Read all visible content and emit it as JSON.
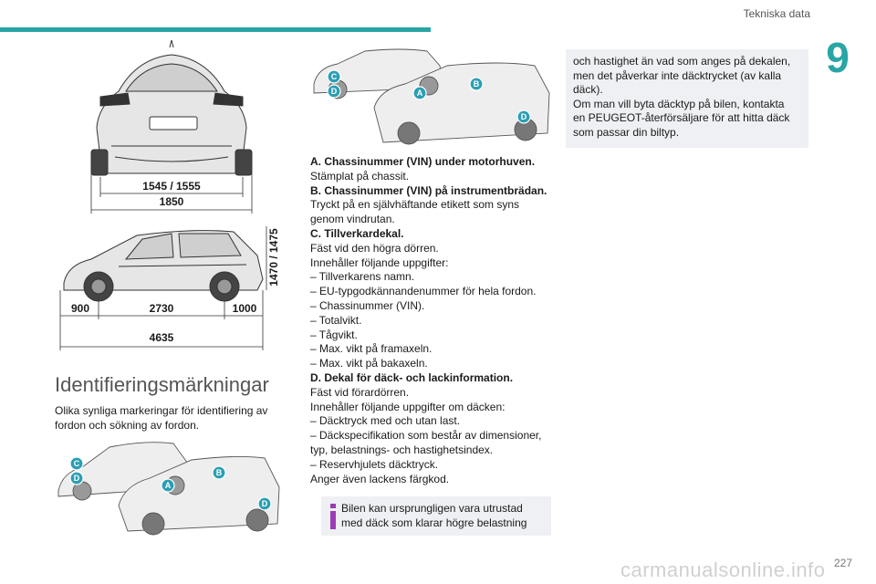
{
  "header": {
    "section_title": "Tekniska data",
    "chapter_number": "9"
  },
  "dimensions": {
    "track_width": "1545 / 1555",
    "overall_width": "1850",
    "height": "1470 / 1475",
    "front_overhang": "900",
    "wheelbase": "2730",
    "rear_overhang": "1000",
    "length": "4635"
  },
  "identification": {
    "heading": "Identifieringsmärkningar",
    "intro": "Olika synliga markeringar för identifiering av fordon och sökning av fordon.",
    "markers": {
      "a": "A",
      "b": "B",
      "c": "C",
      "d": "D"
    }
  },
  "list": {
    "a_title": "A. Chassinummer (VIN) under motorhuven.",
    "a_line1": "Stämplat på chassit.",
    "b_title": "B. Chassinummer (VIN) på instrumentbrädan.",
    "b_line1": "Tryckt på en självhäftande etikett som syns",
    "b_line2": "genom vindrutan.",
    "c_title": "C. Tillverkardekal.",
    "c_line1": "Fäst vid den högra dörren.",
    "c_line2": "Innehåller följande uppgifter:",
    "c_items": [
      "–  Tillverkarens namn.",
      "–  EU-typgodkännandenummer för hela fordon.",
      "–  Chassinummer (VIN).",
      "–  Totalvikt.",
      "–  Tågvikt.",
      "–  Max. vikt på framaxeln.",
      "–  Max. vikt på bakaxeln."
    ],
    "d_title": "D. Dekal för däck- och lackinformation.",
    "d_line1": "Fäst vid förardörren.",
    "d_line2": "Innehåller följande uppgifter om däcken:",
    "d_items": [
      "–  Däcktryck med och utan last.",
      "–  Däckspecifikation som består av dimensioner,",
      "typ, belastnings- och hastighetsindex.",
      "–  Reservhjulets däcktryck."
    ],
    "d_last": "Anger även lackens färgkod."
  },
  "note": {
    "line1": "Bilen kan ursprungligen vara utrustad",
    "line2": "med däck som klarar högre belastning"
  },
  "box3": {
    "line1": "och hastighet än vad som anges på dekalen,",
    "line2": "men det påverkar inte däcktrycket (av kalla",
    "line3": "däck).",
    "line4": "Om man vill byta däcktyp på bilen, kontakta",
    "line5": "en PEUGEOT-återförsäljare för att hitta däck",
    "line6": "som passar din biltyp."
  },
  "footer": {
    "page_number": "227",
    "watermark": "carmanualsonline.info"
  },
  "colors": {
    "accent": "#2aa5a5",
    "badge": "#2b9eb3",
    "info": "#9b3bb5",
    "box_bg": "#eef0f3"
  }
}
